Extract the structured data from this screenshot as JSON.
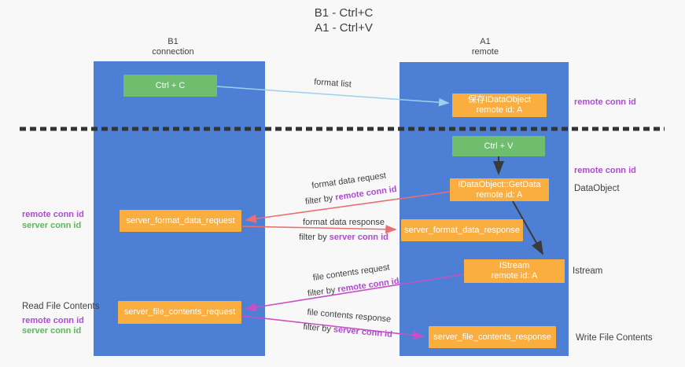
{
  "title": {
    "line1": "B1 - Ctrl+C",
    "line2": "A1 - Ctrl+V"
  },
  "columns": {
    "left": {
      "name": "B1",
      "subtitle": "connection"
    },
    "right": {
      "name": "A1",
      "subtitle": "remote"
    }
  },
  "nodes": {
    "ctrl_c": {
      "label": "Ctrl + C"
    },
    "ctrl_v": {
      "label": "Ctrl + V"
    },
    "save_idataobject": {
      "line1": "保存IDataObject",
      "line2": "remote id: A"
    },
    "getdata": {
      "line1": "IDataObject::GetData",
      "line2": "remote id: A"
    },
    "istream": {
      "line1": "IStream",
      "line2": "remote id: A"
    },
    "server_format_data_request": {
      "label": "server_format_data_request"
    },
    "server_format_data_response": {
      "label": "server_format_data_response"
    },
    "server_file_contents_request": {
      "label": "server_file_contents_request"
    },
    "server_file_contents_response": {
      "label": "server_file_contents_response"
    }
  },
  "arrow_labels": {
    "format_list": "format list",
    "format_data_request": {
      "line1": "format data request",
      "filter_prefix": "filter by",
      "filter_key": "remote conn id"
    },
    "format_data_response": {
      "line1": "format data response",
      "filter_prefix": "filter by",
      "filter_key": "server conn id"
    },
    "file_contents_request": {
      "line1": "file contents request",
      "filter_prefix": "filter by",
      "filter_key": "remote conn id"
    },
    "file_contents_response": {
      "line1": "file contents response",
      "filter_prefix": "filter by",
      "filter_key": "server conn id"
    }
  },
  "side_labels": {
    "right_remote_conn_id_top": "remote conn id",
    "right_remote_conn_id_mid": "remote conn id",
    "right_dataobject": "DataObject",
    "right_istream": "Istream",
    "right_write_file_contents": "Write File Contents",
    "left_remote_conn_id_top": "remote conn id",
    "left_server_conn_id_top": "server conn id",
    "left_read_file_contents": "Read File Contents",
    "left_remote_conn_id_bottom": "remote conn id",
    "left_server_conn_id_bottom": "server conn id"
  },
  "colors": {
    "background": "#F8F8F8",
    "column_blue": "#4D80D4",
    "node_orange": "#FAAE40",
    "node_green": "#6EBE6E",
    "text_ink": "#3F3F3F",
    "remote_conn_id_purple": "#AE4BD5",
    "server_conn_id_green": "#5CB85C",
    "request_response_arrow_salmon": "#E87070",
    "file_arrow_magenta": "#C94FC4",
    "format_list_arrow_blue": "#9ECFEE",
    "black_arrow": "#3A3A3A",
    "dashed_divider": "#333333"
  }
}
